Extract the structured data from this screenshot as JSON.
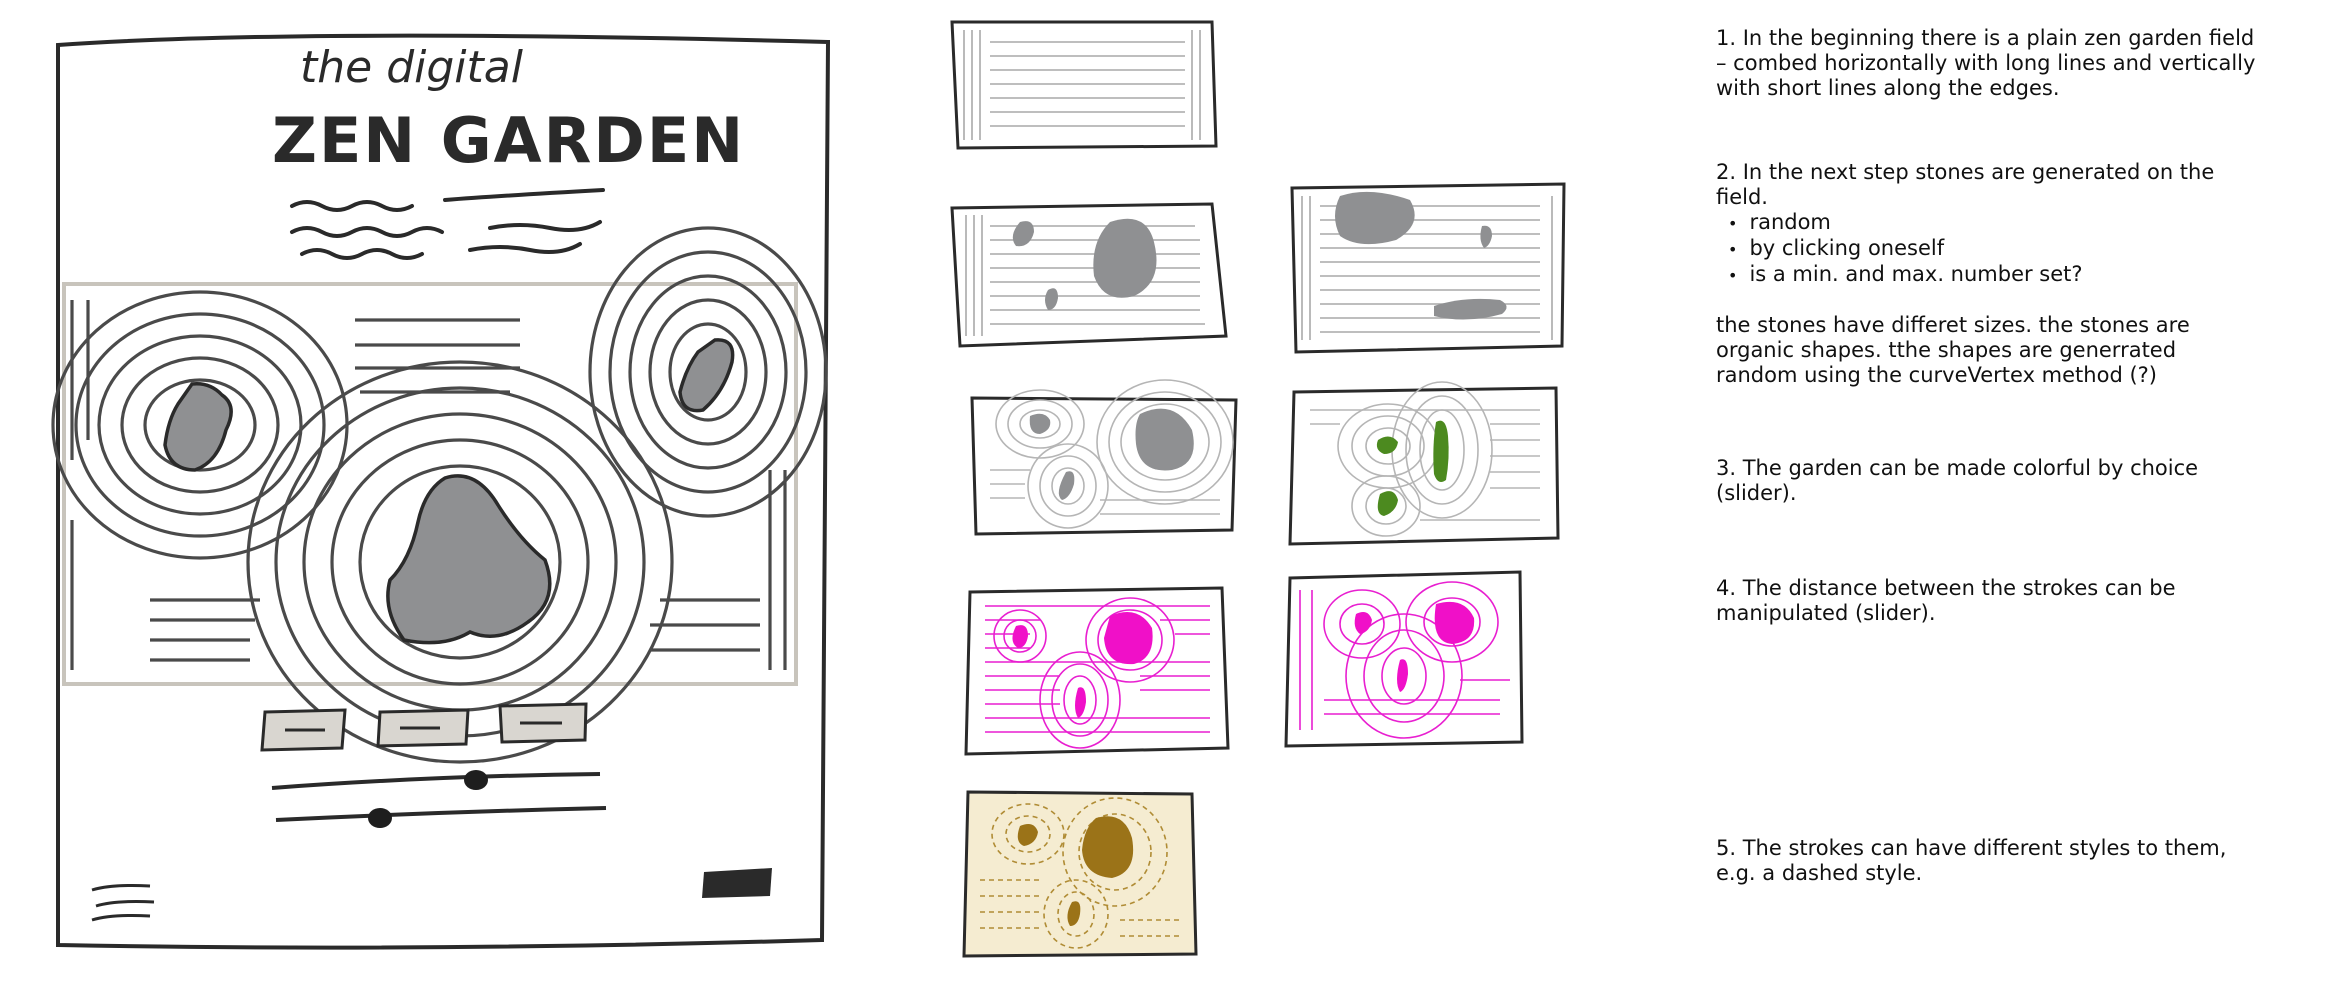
{
  "sketch": {
    "title_line1": "the digital",
    "title_line2": "ZEN GARDEN"
  },
  "colors": {
    "stone_gray": "#8f9092",
    "stone_green": "#4c8a1f",
    "stroke_magenta": "#e81fd0",
    "stone_magenta": "#f010c8",
    "sand_bg": "#f5ecd1",
    "stroke_gold": "#b08c35",
    "stone_gold": "#9b7318",
    "button_fill": "#d9d6d0"
  },
  "notes": {
    "step1": "1. In the beginning there is a plain zen garden field – combed horizontally with long lines and vertically with short lines along the edges.",
    "step2_intro": "2. In the next step stones are generated on the field.",
    "step2_items": [
      "random",
      "by clicking oneself",
      "is a min. and max. number set?"
    ],
    "step2_detail": "the stones have differet sizes. the stones are organic shapes. tthe shapes are generrated random using the curveVertex method (?)",
    "step3": "3. The garden can be made colorful by choice (slider).",
    "step4": "4. The distance between the strokes can be manipulated (slider).",
    "step5": "5. The strokes can have different styles to them, e.g. a dashed style."
  }
}
